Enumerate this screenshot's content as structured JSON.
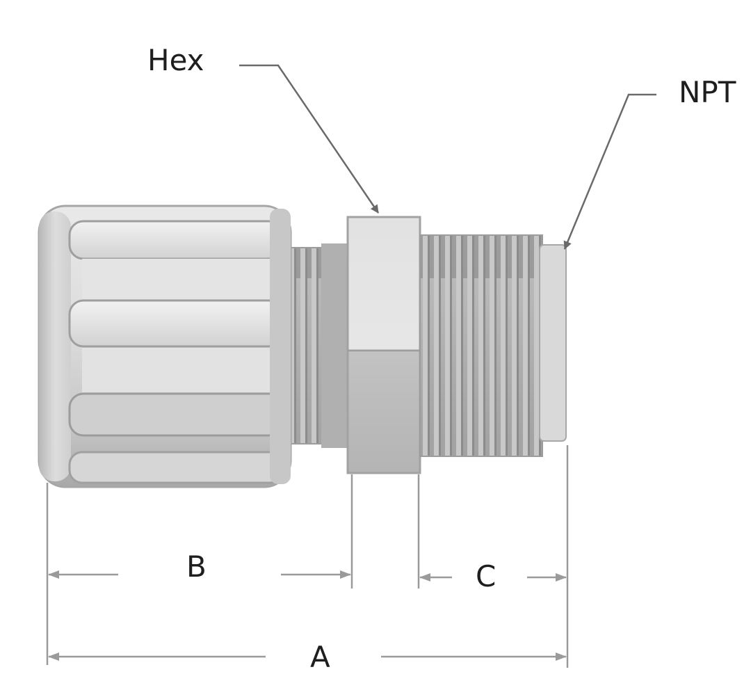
{
  "labels": {
    "hex": "Hex",
    "npt": "NPT",
    "a": "A",
    "b": "B",
    "c": "C"
  },
  "colors": {
    "background": "#ffffff",
    "part_body": "#c9c9c9",
    "part_shadow": "#8e8e8e",
    "leader_line": "#6a6a6a",
    "dimension_line": "#9a9a9a",
    "text": "#1e1e1e"
  }
}
